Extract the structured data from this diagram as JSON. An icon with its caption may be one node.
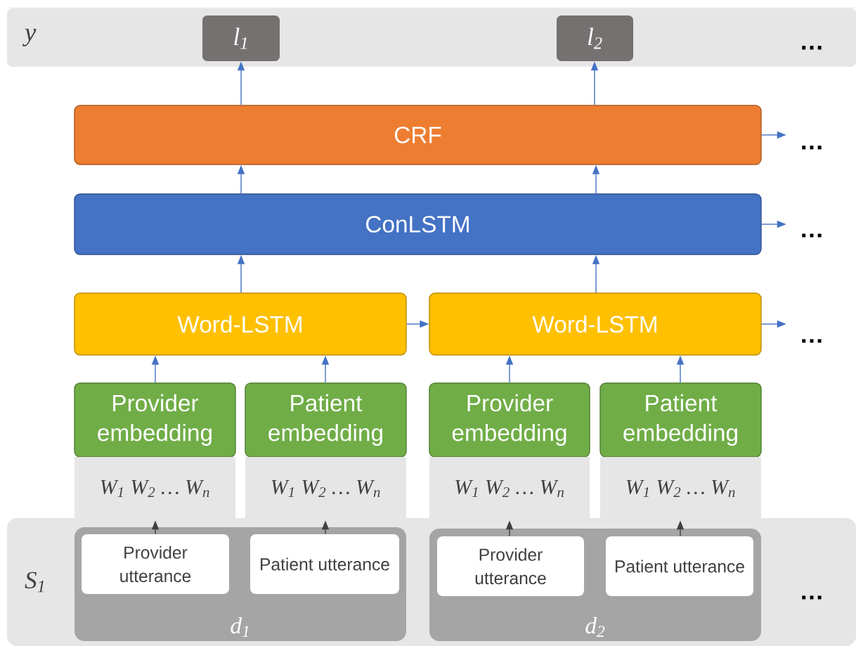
{
  "diagram": {
    "nodes": [
      {
        "text": [
          "y"
        ]
      },
      {
        "text": [
          "l$_{1}$"
        ],
        "in": 0
      },
      {
        "text": [
          "l$_{2}$"
        ],
        "in": 0
      },
      {
        "text": [
          "CRF"
        ]
      },
      {
        "text": [
          "ConLSTM"
        ]
      },
      {
        "text": [
          "Word-LSTM"
        ]
      },
      {
        "text": [
          "Word-LSTM"
        ]
      },
      {
        "text": [
          "Provider embedding"
        ]
      },
      {
        "text": [
          "Patient embedding"
        ]
      },
      {
        "text": [
          "Provider embedding"
        ]
      },
      {
        "text": [
          "Patient embedding"
        ]
      },
      {
        "text": [
          "W$_{1}$ W$_{2}$ … W$_{n}$"
        ]
      },
      {
        "text": [
          "W$_{1}$ W$_{2}$ … W$_{n}$"
        ]
      },
      {
        "text": [
          "W$_{1}$ W$_{2}$ … W$_{n}$"
        ]
      },
      {
        "text": [
          "W$_{1}$ W$_{2}$ … W$_{n}$"
        ]
      },
      {
        "text": [
          "S$_{1}$"
        ]
      },
      {
        "text": [
          "d$_{1}$"
        ],
        "in": 15
      },
      {
        "text": [
          "Provider utterance"
        ],
        "in": 16
      },
      {
        "text": [
          "Patient utterance"
        ],
        "in": 16
      },
      {
        "text": [
          "d$_{2}$"
        ],
        "in": 15
      },
      {
        "text": [
          "Provider utterance"
        ],
        "in": 19
      },
      {
        "text": [
          "Patient utterance"
        ],
        "in": 19
      }
    ],
    "edges": [
      {
        "from": 3,
        "to": 1,
        "arrow": "to"
      },
      {
        "from": 3,
        "to": 2,
        "arrow": "to"
      },
      {
        "from": 4,
        "to": 3,
        "arrow": "to"
      },
      {
        "from": 4,
        "to": 3,
        "arrow": "to"
      },
      {
        "from": 5,
        "to": 4,
        "arrow": "to"
      },
      {
        "from": 6,
        "to": 4,
        "arrow": "to"
      },
      {
        "from": 5,
        "to": 6,
        "arrow": "to"
      },
      {
        "from": 7,
        "to": 5,
        "arrow": "to"
      },
      {
        "from": 8,
        "to": 5,
        "arrow": "to"
      },
      {
        "from": 9,
        "to": 6,
        "arrow": "to"
      },
      {
        "from": 10,
        "to": 6,
        "arrow": "to"
      },
      {
        "from": 17,
        "to": 11,
        "arrow": "to",
        "color": "#404040"
      },
      {
        "from": 18,
        "to": 12,
        "arrow": "to",
        "color": "#404040"
      },
      {
        "from": 20,
        "to": 13,
        "arrow": "to",
        "color": "#404040"
      },
      {
        "from": 21,
        "to": 14,
        "arrow": "to",
        "color": "#404040"
      },
      {
        "from": 3,
        "to": null,
        "arrow": "to"
      },
      {
        "from": 4,
        "to": null,
        "arrow": "to"
      },
      {
        "from": 6,
        "to": null,
        "arrow": "to"
      }
    ],
    "labels": [
      "…",
      "…",
      "…",
      "…",
      "…"
    ]
  }
}
